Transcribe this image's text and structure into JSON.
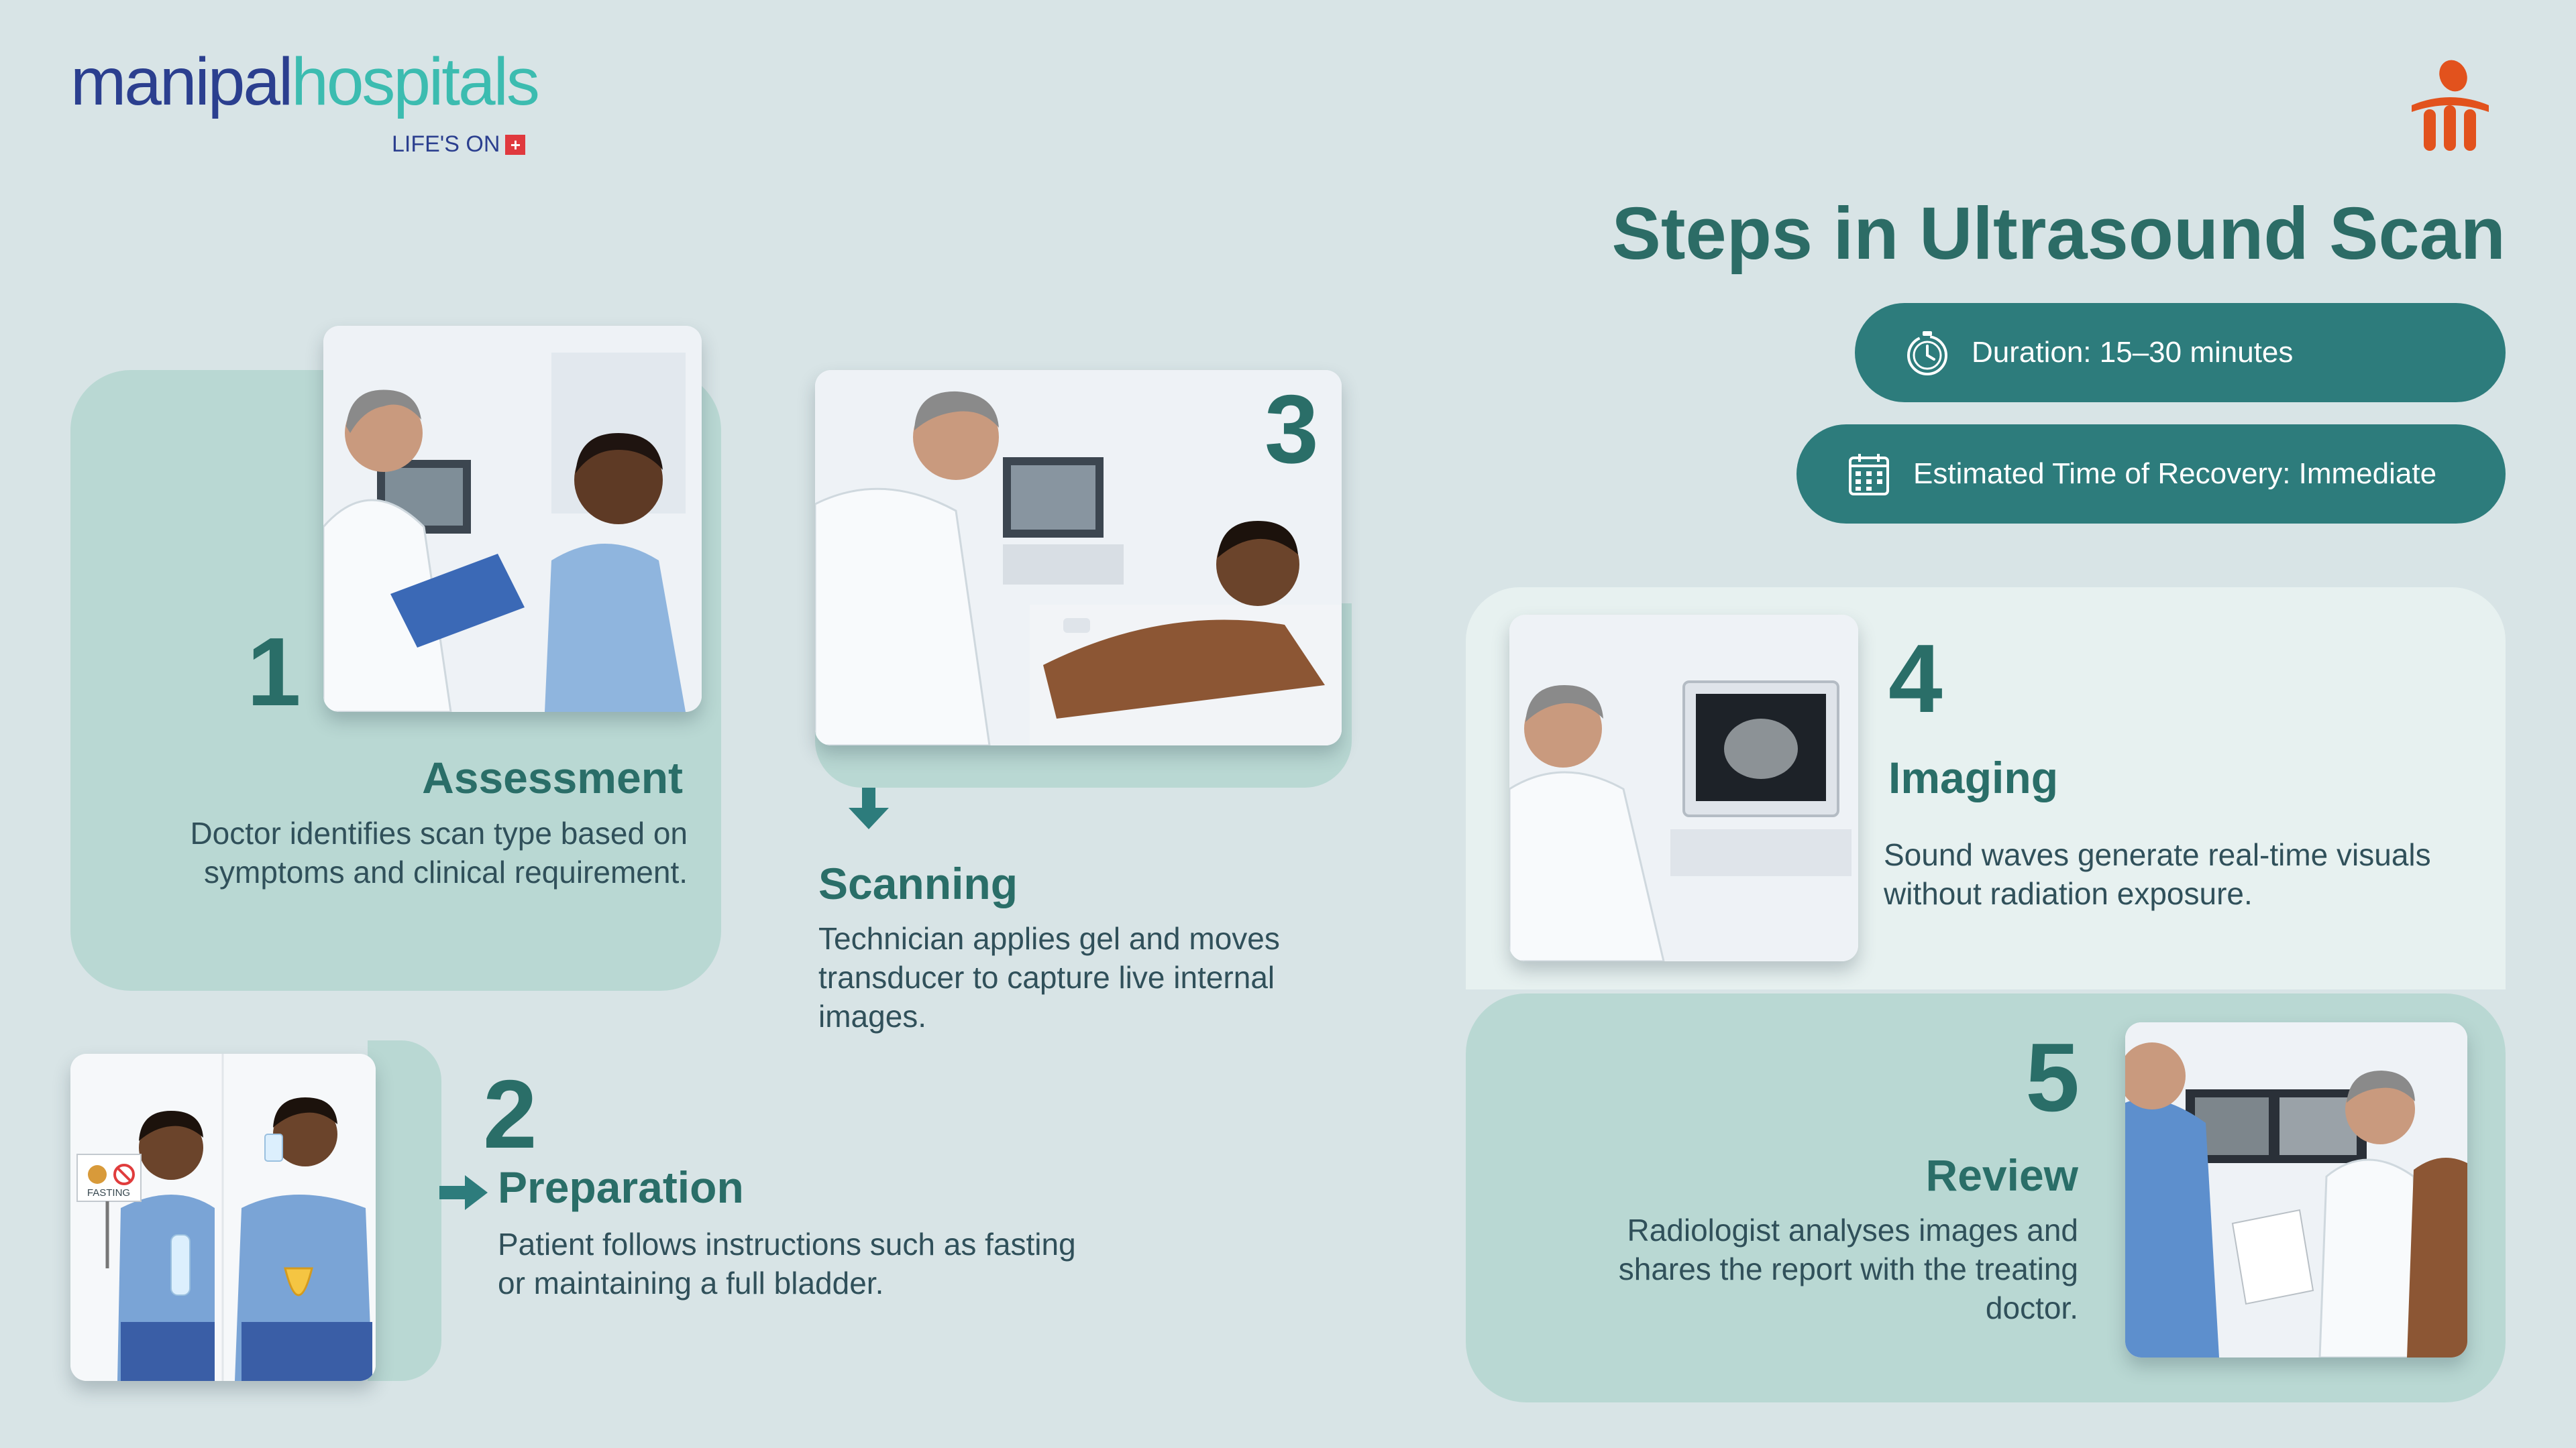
{
  "brand": {
    "name_part1": "manipal",
    "name_part2": "hospitals",
    "tagline": "LIFE'S ON",
    "tagline_mark": "+"
  },
  "title": "Steps in Ultrasound Scan",
  "info": {
    "duration": "Duration: 15–30 minutes",
    "recovery": "Estimated Time of Recovery: Immediate"
  },
  "colors": {
    "background": "#d8e4e6",
    "teal_dark": "#2d7c7c",
    "heading": "#2a6e68",
    "panel_dark": "#b9d8d3",
    "panel_light": "#e7f1f0",
    "brand_blue": "#2b3f8f",
    "brand_teal": "#3cbcb0",
    "emblem_orange": "#e2521d"
  },
  "icons": {
    "duration": "stopwatch-icon",
    "recovery": "calendar-icon",
    "arrow_step2": "arrow-right-icon",
    "arrow_step3": "arrow-down-icon",
    "emblem": "manipal-emblem-icon"
  },
  "steps": [
    {
      "number": "1",
      "heading": "Assessment",
      "text": "Doctor identifies scan type based on symptoms and clinical requirement."
    },
    {
      "number": "2",
      "heading": "Preparation",
      "text": "Patient follows instructions such as fasting or maintaining a full bladder.",
      "image_sign": "FASTING"
    },
    {
      "number": "3",
      "heading": "Scanning",
      "text": "Technician applies gel and moves transducer to capture live internal images."
    },
    {
      "number": "4",
      "heading": "Imaging",
      "text": "Sound waves generate real-time visuals without radiation exposure."
    },
    {
      "number": "5",
      "heading": "Review",
      "text": "Radiologist analyses images and shares the report with the treating doctor."
    }
  ]
}
